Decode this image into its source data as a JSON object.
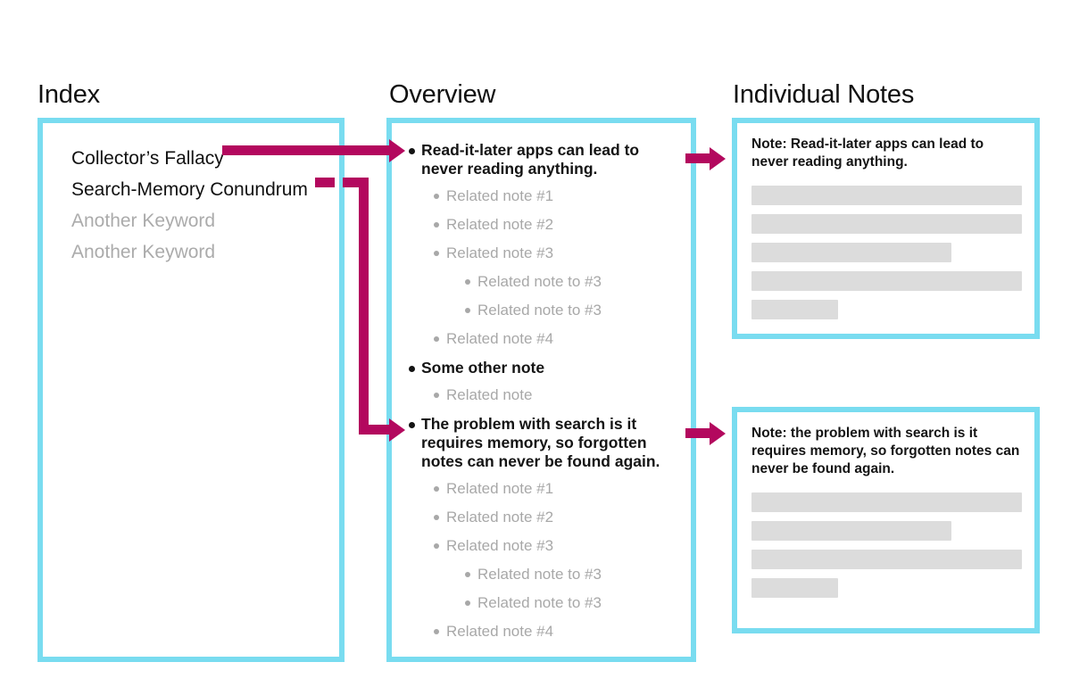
{
  "columns": {
    "index_title": "Index",
    "overview_title": "Overview",
    "notes_title": "Individual Notes"
  },
  "index": {
    "keywords": [
      {
        "label": "Collector’s Fallacy",
        "muted": false
      },
      {
        "label": "Search-Memory Conundrum",
        "muted": false
      },
      {
        "label": "Another Keyword",
        "muted": true
      },
      {
        "label": "Another Keyword",
        "muted": true
      }
    ]
  },
  "overview": {
    "items": [
      {
        "level": 1,
        "text": "Read-it-later apps can lead to never reading anything."
      },
      {
        "level": 2,
        "text": "Related note #1"
      },
      {
        "level": 2,
        "text": "Related note #2"
      },
      {
        "level": 2,
        "text": "Related note #3"
      },
      {
        "level": 3,
        "text": "Related note to #3"
      },
      {
        "level": 3,
        "text": "Related note to #3"
      },
      {
        "level": 2,
        "text": "Related note #4"
      },
      {
        "level": 1,
        "text": "Some other note"
      },
      {
        "level": 2,
        "text": "Related note"
      },
      {
        "level": 1,
        "text": "The problem with search is it requires memory, so forgotten notes can never be found again."
      },
      {
        "level": 2,
        "text": "Related note #1"
      },
      {
        "level": 2,
        "text": "Related note #2"
      },
      {
        "level": 2,
        "text": "Related note #3"
      },
      {
        "level": 3,
        "text": "Related note to #3"
      },
      {
        "level": 3,
        "text": "Related note to #3"
      },
      {
        "level": 2,
        "text": "Related note #4"
      }
    ]
  },
  "notes": {
    "card_1": {
      "title": "Note: Read-it-later apps can lead to never reading anything.",
      "bar_widths": [
        "100%",
        "100%",
        "74%",
        "100%",
        "32%"
      ]
    },
    "card_2": {
      "title": "Note: the problem with search is it requires memory, so forgotten notes can never be found again.",
      "bar_widths": [
        "100%",
        "74%",
        "100%",
        "32%"
      ]
    }
  },
  "connectors": [
    {
      "name": "arrow-collectors-fallacy-to-overview",
      "from": "Collector’s Fallacy",
      "to": "Read-it-later apps can lead to never reading anything."
    },
    {
      "name": "arrow-search-memory-to-overview",
      "from": "Search-Memory Conundrum",
      "to": "The problem with search is it requires memory, so forgotten notes can never be found again."
    },
    {
      "name": "arrow-overview-to-note-1",
      "from": "Read-it-later apps can lead to never reading anything.",
      "to": "Note: Read-it-later apps can lead to never reading anything."
    },
    {
      "name": "arrow-overview-to-note-2",
      "from": "The problem with search is it requires memory, so forgotten notes can never be found again.",
      "to": "Note: the problem with search is it requires memory, so forgotten notes can never be found again."
    }
  ],
  "colors": {
    "panel_border": "#79DCF0",
    "arrow": "#b3085e",
    "muted_text": "#a8a8a8",
    "placeholder_bar": "#dcdcdc",
    "primary_text": "#141414"
  }
}
